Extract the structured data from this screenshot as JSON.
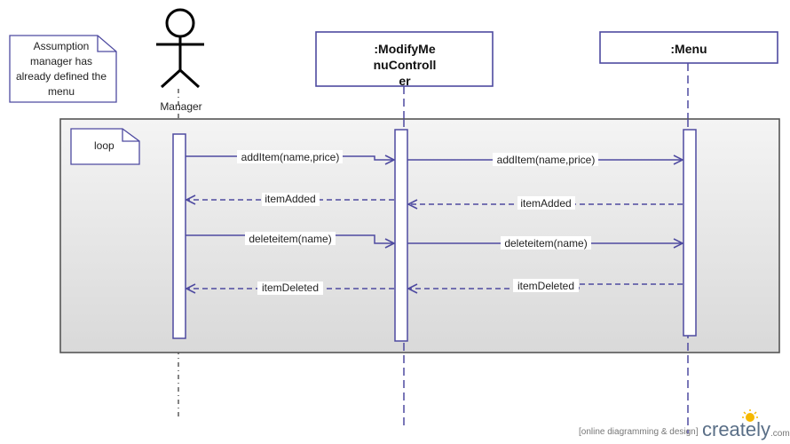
{
  "note": {
    "lines": [
      "Assumption",
      "manager has",
      "already defined the",
      "menu"
    ]
  },
  "actor": {
    "label": "Manager"
  },
  "lifelines": {
    "controller": {
      "lines": [
        ":ModifyMe",
        "nuControll",
        "er"
      ]
    },
    "menu": {
      "label": ":Menu"
    }
  },
  "fragment": {
    "label": "loop"
  },
  "messages": [
    {
      "label": "addItem(name,price)",
      "from": "manager",
      "to": "controller",
      "kind": "sync"
    },
    {
      "label": "addItem(name,price)",
      "from": "controller",
      "to": "menu",
      "kind": "sync"
    },
    {
      "label": "itemAdded",
      "from": "controller",
      "to": "manager",
      "kind": "return"
    },
    {
      "label": "itemAdded",
      "from": "menu",
      "to": "controller",
      "kind": "return"
    },
    {
      "label": "deleteitem(name)",
      "from": "manager",
      "to": "controller",
      "kind": "sync"
    },
    {
      "label": "deleteitem(name)",
      "from": "controller",
      "to": "menu",
      "kind": "sync"
    },
    {
      "label": "itemDeleted",
      "from": "controller",
      "to": "manager",
      "kind": "return"
    },
    {
      "label": "itemDeleted",
      "from": "menu",
      "to": "controller",
      "kind": "return"
    }
  ],
  "watermark": {
    "tagline": "[online diagramming & design]",
    "brand": "creately",
    "tld": ".com"
  },
  "colors": {
    "line": "#4e4aa0",
    "frame_border": "#555555",
    "frame_fill_top": "#f2f2f2",
    "frame_fill_bottom": "#dcdcdc"
  }
}
